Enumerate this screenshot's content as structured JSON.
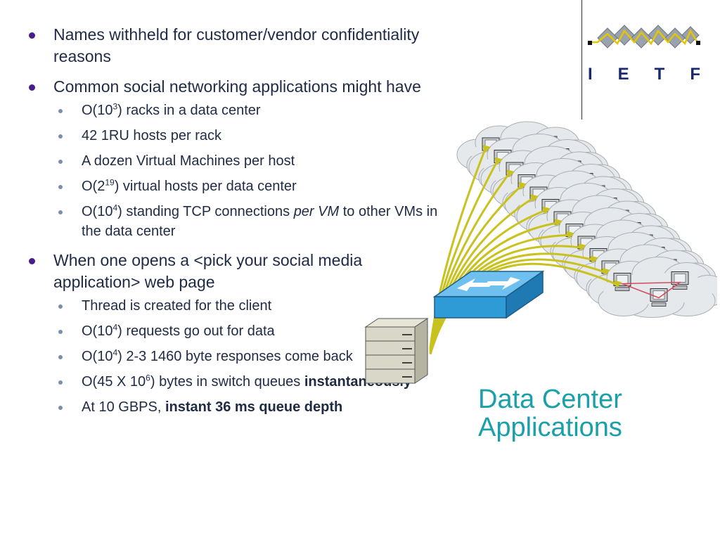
{
  "bullets": [
    {
      "text": "Names withheld for customer/vendor confidentiality reasons"
    },
    {
      "text": "Common social networking applications might have",
      "sub": {
        "s1": {
          "pre": "O(10",
          "sup": "3",
          "post": ") racks in a data center"
        },
        "s2": {
          "text": "42 1RU hosts per rack"
        },
        "s3": {
          "text": "A dozen Virtual Machines per host"
        },
        "s4": {
          "pre": "O(2",
          "sup": "19",
          "post": ") virtual hosts per data center"
        },
        "s5": {
          "pre": "O(10",
          "sup": "4",
          "post": ") standing TCP connections ",
          "ital": "per VM",
          "post2": " to other VMs in the data center"
        }
      }
    },
    {
      "text": "When one opens a <pick your social media application> web page",
      "sub": {
        "s1": {
          "text": "Thread is created for the client"
        },
        "s2": {
          "pre": "O(10",
          "sup": "4",
          "post": ") requests go out for data"
        },
        "s3": {
          "pre": "O(10",
          "sup": "4",
          "post": ") 2-3 1460 byte responses come back"
        },
        "s4": {
          "pre": "O(45 X 10",
          "sup": "6",
          "post": ") bytes in switch queues ",
          "bold": "instantaneously"
        },
        "s5": {
          "pre": "At 10 GBPS, ",
          "bold": "instant 36 ms queue depth"
        }
      }
    }
  ],
  "logo": {
    "letters": [
      "I",
      "E",
      "T",
      "F"
    ]
  },
  "title": {
    "line1": "Data Center",
    "line2": "Applications"
  },
  "colors": {
    "bullet_main": "#4b1c8c",
    "bullet_sub": "#7a8fb0",
    "text": "#1f2a44",
    "title": "#1aa0a8",
    "logo_diamond": "#9aa3ad",
    "logo_line": "#e3c600",
    "logo_text": "#1b2a6e",
    "switch": "#2e9ad6",
    "cloud": "#e6e9ec",
    "arrow": "#c9c21e"
  },
  "icons": [
    "ietf-logo",
    "network-switch-icon",
    "server-rack-icon",
    "cloud-icon",
    "computer-icon"
  ]
}
